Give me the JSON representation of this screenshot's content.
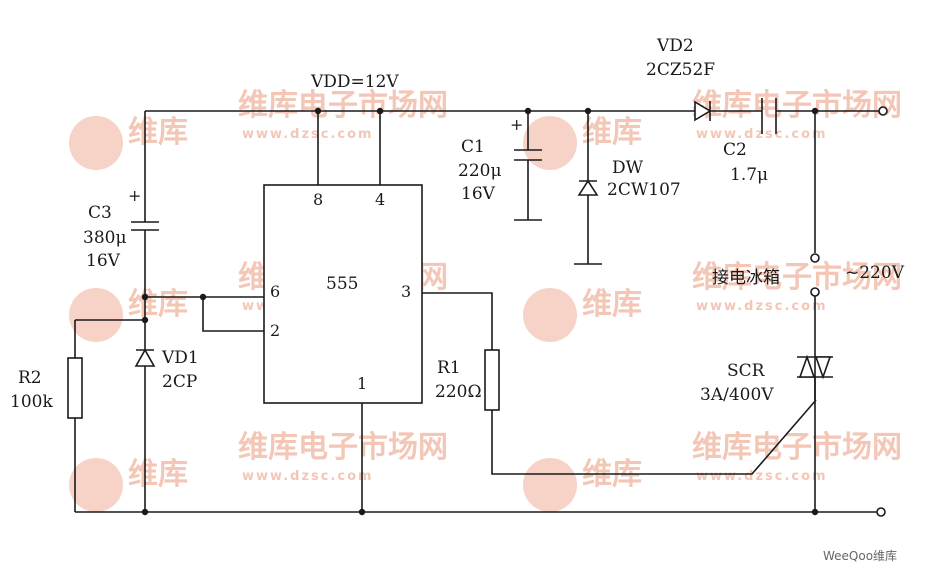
{
  "watermark": {
    "brand": "维库电子市场网",
    "logo": "维库",
    "url": "www.dzsc.com"
  },
  "corner_mark": "WeeQoo维库",
  "power": {
    "vdd": "VDD=12V",
    "ac": "~220V"
  },
  "ic": {
    "name": "555",
    "pins": {
      "p8": "8",
      "p4": "4",
      "p6": "6",
      "p2": "2",
      "p3": "3",
      "p1": "1"
    }
  },
  "components": {
    "c1": {
      "ref": "C1",
      "value": "220μ",
      "rating": "16V"
    },
    "c2": {
      "ref": "C2",
      "value": "1.7μ"
    },
    "c3": {
      "ref": "C3",
      "value": "380μ",
      "rating": "16V"
    },
    "dw": {
      "ref": "DW",
      "part": "2CW107"
    },
    "vd1": {
      "ref": "VD1",
      "part": "2CP"
    },
    "vd2": {
      "ref": "VD2",
      "part": "2CZ52F"
    },
    "r1": {
      "ref": "R1",
      "value": "220Ω"
    },
    "r2": {
      "ref": "R2",
      "value": "100k"
    },
    "scr": {
      "ref": "SCR",
      "rating": "3A/400V"
    },
    "load": {
      "label": "接电冰箱"
    }
  },
  "polarity_mark": "+"
}
